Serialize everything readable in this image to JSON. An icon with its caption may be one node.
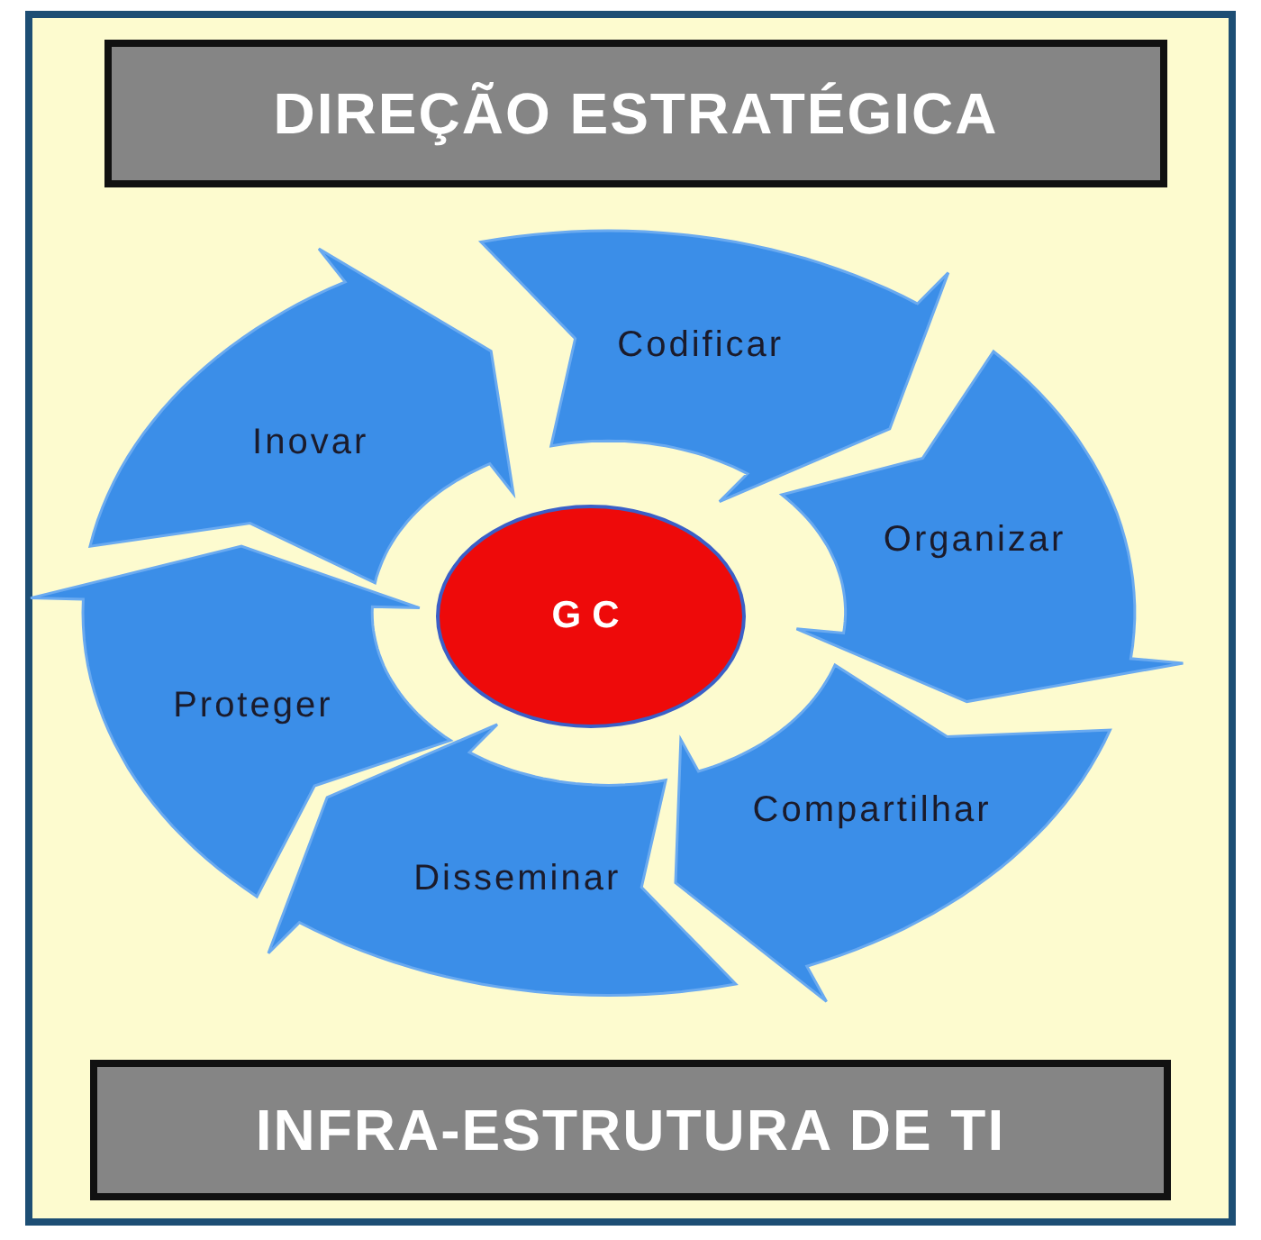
{
  "diagram": {
    "nodes": [
      {
        "text": [
          "DIREÇÃO ESTRATÉGICA"
        ]
      },
      {
        "text": [
          "Codificar"
        ]
      },
      {
        "text": [
          "Inovar"
        ]
      },
      {
        "text": [
          "GC"
        ]
      },
      {
        "text": [
          "Organizar"
        ]
      },
      {
        "text": [
          "Proteger"
        ]
      },
      {
        "text": [
          "Compartilhar"
        ]
      },
      {
        "text": [
          "Disseminar"
        ]
      },
      {
        "text": [
          "INFRA-ESTRUTURA DE TI"
        ]
      }
    ]
  }
}
